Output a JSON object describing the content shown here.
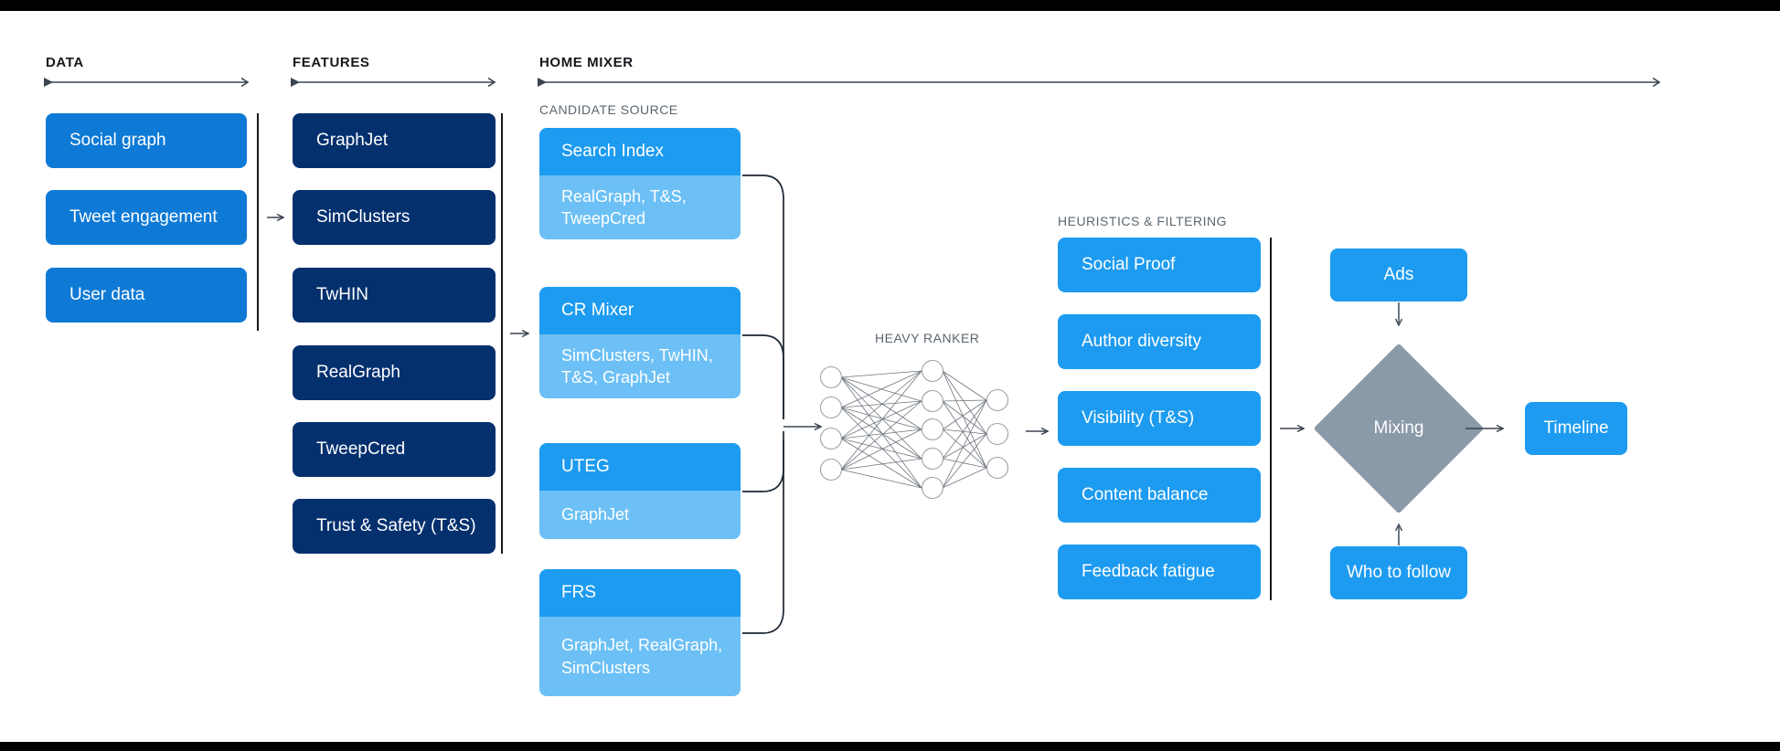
{
  "stages": [
    {
      "key": "data",
      "label": "DATA"
    },
    {
      "key": "features",
      "label": "FEATURES"
    },
    {
      "key": "mixer",
      "label": "HOME MIXER"
    }
  ],
  "sublabels": {
    "candidate_source": "CANDIDATE SOURCE",
    "heavy_ranker": "HEAVY RANKER",
    "heuristics": "HEURISTICS & FILTERING"
  },
  "data_column": {
    "items": [
      {
        "label": "Social graph"
      },
      {
        "label": "Tweet engagement"
      },
      {
        "label": "User data"
      }
    ]
  },
  "features_column": {
    "items": [
      {
        "label": "GraphJet"
      },
      {
        "label": "SimClusters"
      },
      {
        "label": "TwHIN"
      },
      {
        "label": "RealGraph"
      },
      {
        "label": "TweepCred"
      },
      {
        "label": "Trust & Safety (T&S)"
      }
    ]
  },
  "candidate_sources": [
    {
      "title": "Search Index",
      "features": "RealGraph, T&S, TweepCred"
    },
    {
      "title": "CR Mixer",
      "features": "SimClusters, TwHIN, T&S, GraphJet"
    },
    {
      "title": "UTEG",
      "features": "GraphJet"
    },
    {
      "title": "FRS",
      "features": "GraphJet, RealGraph, SimClusters"
    }
  ],
  "heavy_ranker": {
    "label": "HEAVY RANKER",
    "layers": [
      4,
      5,
      3
    ]
  },
  "heuristics_column": {
    "items": [
      {
        "label": "Social Proof"
      },
      {
        "label": "Author diversity"
      },
      {
        "label": "Visibility (T&S)"
      },
      {
        "label": "Content balance"
      },
      {
        "label": "Feedback fatigue"
      }
    ]
  },
  "mixing": {
    "ads_label": "Ads",
    "diamond_label": "Mixing",
    "who_to_follow_label": "Who to follow",
    "timeline_label": "Timeline"
  },
  "colors": {
    "light_blue": "#0f7ad6",
    "navy": "#04306e",
    "cyan": "#1d9bf0",
    "pale_cyan": "#6cc0f5",
    "slate": "#8b9aa8",
    "ink": "#16181c",
    "muted": "#5b6670",
    "line": "#3a4450"
  }
}
